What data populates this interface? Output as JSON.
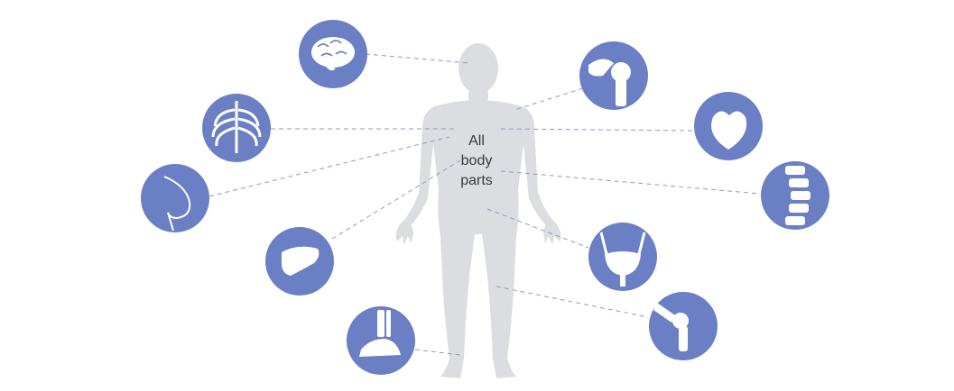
{
  "center_label": [
    "All",
    "body",
    "parts"
  ],
  "colors": {
    "node_fill": "#6a7fc4",
    "icon": "#ffffff",
    "body": "#dcdde0",
    "connector": "#8e9ac9"
  },
  "nodes": [
    {
      "id": "brain",
      "icon": "brain-icon"
    },
    {
      "id": "ribcage",
      "icon": "ribcage-icon"
    },
    {
      "id": "breast",
      "icon": "breast-icon"
    },
    {
      "id": "liver",
      "icon": "liver-icon"
    },
    {
      "id": "ankle",
      "icon": "ankle-foot-icon"
    },
    {
      "id": "shoulder",
      "icon": "shoulder-joint-icon"
    },
    {
      "id": "heart",
      "icon": "heart-icon"
    },
    {
      "id": "spine",
      "icon": "spine-icon"
    },
    {
      "id": "bladder",
      "icon": "bladder-icon"
    },
    {
      "id": "knee",
      "icon": "knee-joint-icon"
    }
  ]
}
